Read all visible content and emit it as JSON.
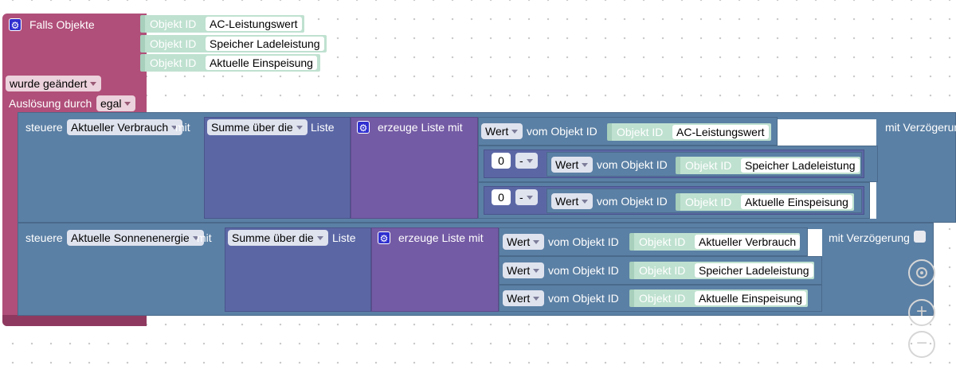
{
  "event": {
    "title": "Falls Objekte",
    "objects": [
      {
        "label": "Objekt ID",
        "value": "AC-Leistungswert"
      },
      {
        "label": "Objekt ID",
        "value": "Speicher Ladeleistung"
      },
      {
        "label": "Objekt ID",
        "value": "Aktuelle Einspeisung"
      }
    ],
    "condition": "wurde geändert",
    "trigger_label": "Auslösung durch",
    "trigger_value": "egal"
  },
  "control1": {
    "label": "steuere",
    "target": "Aktueller Verbrauch",
    "with": "mit",
    "sum_dropdown": "Summe über die",
    "list_label": "Liste",
    "create_list": "erzeuge Liste mit",
    "delay_label": "mit Verzögerung",
    "rows": [
      {
        "field": "Wert",
        "from": "vom Objekt ID",
        "obj_label": "Objekt ID",
        "obj_value": "AC-Leistungswert"
      },
      {
        "num": "0",
        "op": "-",
        "field": "Wert",
        "from": "vom Objekt ID",
        "obj_label": "Objekt ID",
        "obj_value": "Speicher Ladeleistung"
      },
      {
        "num": "0",
        "op": "-",
        "field": "Wert",
        "from": "vom Objekt ID",
        "obj_label": "Objekt ID",
        "obj_value": "Aktuelle Einspeisung"
      }
    ]
  },
  "control2": {
    "label": "steuere",
    "target": "Aktuelle Sonnenenergie",
    "with": "mit",
    "sum_dropdown": "Summe über die",
    "list_label": "Liste",
    "create_list": "erzeuge Liste mit",
    "delay_label": "mit Verzögerung",
    "rows": [
      {
        "field": "Wert",
        "from": "vom Objekt ID",
        "obj_label": "Objekt ID",
        "obj_value": "Aktueller Verbrauch"
      },
      {
        "field": "Wert",
        "from": "vom Objekt ID",
        "obj_label": "Objekt ID",
        "obj_value": "Speicher Ladeleistung"
      },
      {
        "field": "Wert",
        "from": "vom Objekt ID",
        "obj_label": "Objekt ID",
        "obj_value": "Aktuelle Einspeisung"
      }
    ]
  },
  "zoom": {
    "zoom_in": "+",
    "zoom_out": "−"
  }
}
